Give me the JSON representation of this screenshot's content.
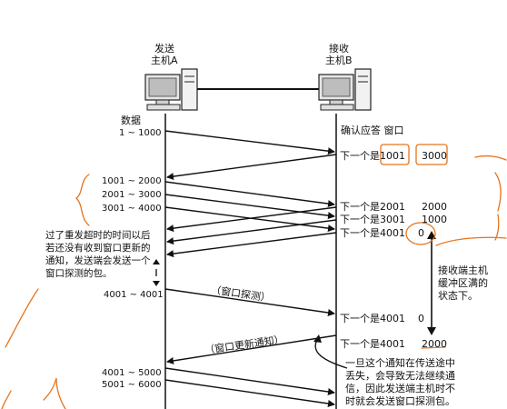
{
  "host_a": {
    "label_line1": "发送",
    "label_line2": "主机A"
  },
  "host_b": {
    "label_line1": "接收",
    "label_line2": "主机B"
  },
  "left_header": {
    "line1": "数据",
    "line2": "1 ~ 1000"
  },
  "right_header": "确认应答 窗口",
  "left_segments": [
    "1001 ~ 2000",
    "2001 ~ 3000",
    "3001 ~ 4000"
  ],
  "acks": [
    {
      "next": "下一个是1001",
      "window": "3000"
    },
    {
      "next": "下一个是2001",
      "window": "2000"
    },
    {
      "next": "下一个是3001",
      "window": "1000"
    },
    {
      "next": "下一个是4001",
      "window": "0"
    },
    {
      "next": "下一个是4001",
      "window": "0"
    },
    {
      "next": "下一个是4001",
      "window": "2000"
    }
  ],
  "left_note": "过了重发超时的时间以后若还没有收到窗口更新的通知，发送端会发送一个窗口探测的包。",
  "probe_segment": "4001 ~ 4001",
  "probe_label": "（窗口探测）",
  "update_label": "（窗口更新通知）",
  "right_buffer_note": [
    "接收端主机",
    "缓冲区满的",
    "状态下。"
  ],
  "bottom_segments": [
    "4001 ~ 5000",
    "5001 ~ 6000"
  ],
  "bottom_note": [
    "一旦这个通知在传送途中",
    "丢失，会导致无法继续通",
    "信，因此发送端主机时不",
    "时就会发送窗口探测包。"
  ]
}
